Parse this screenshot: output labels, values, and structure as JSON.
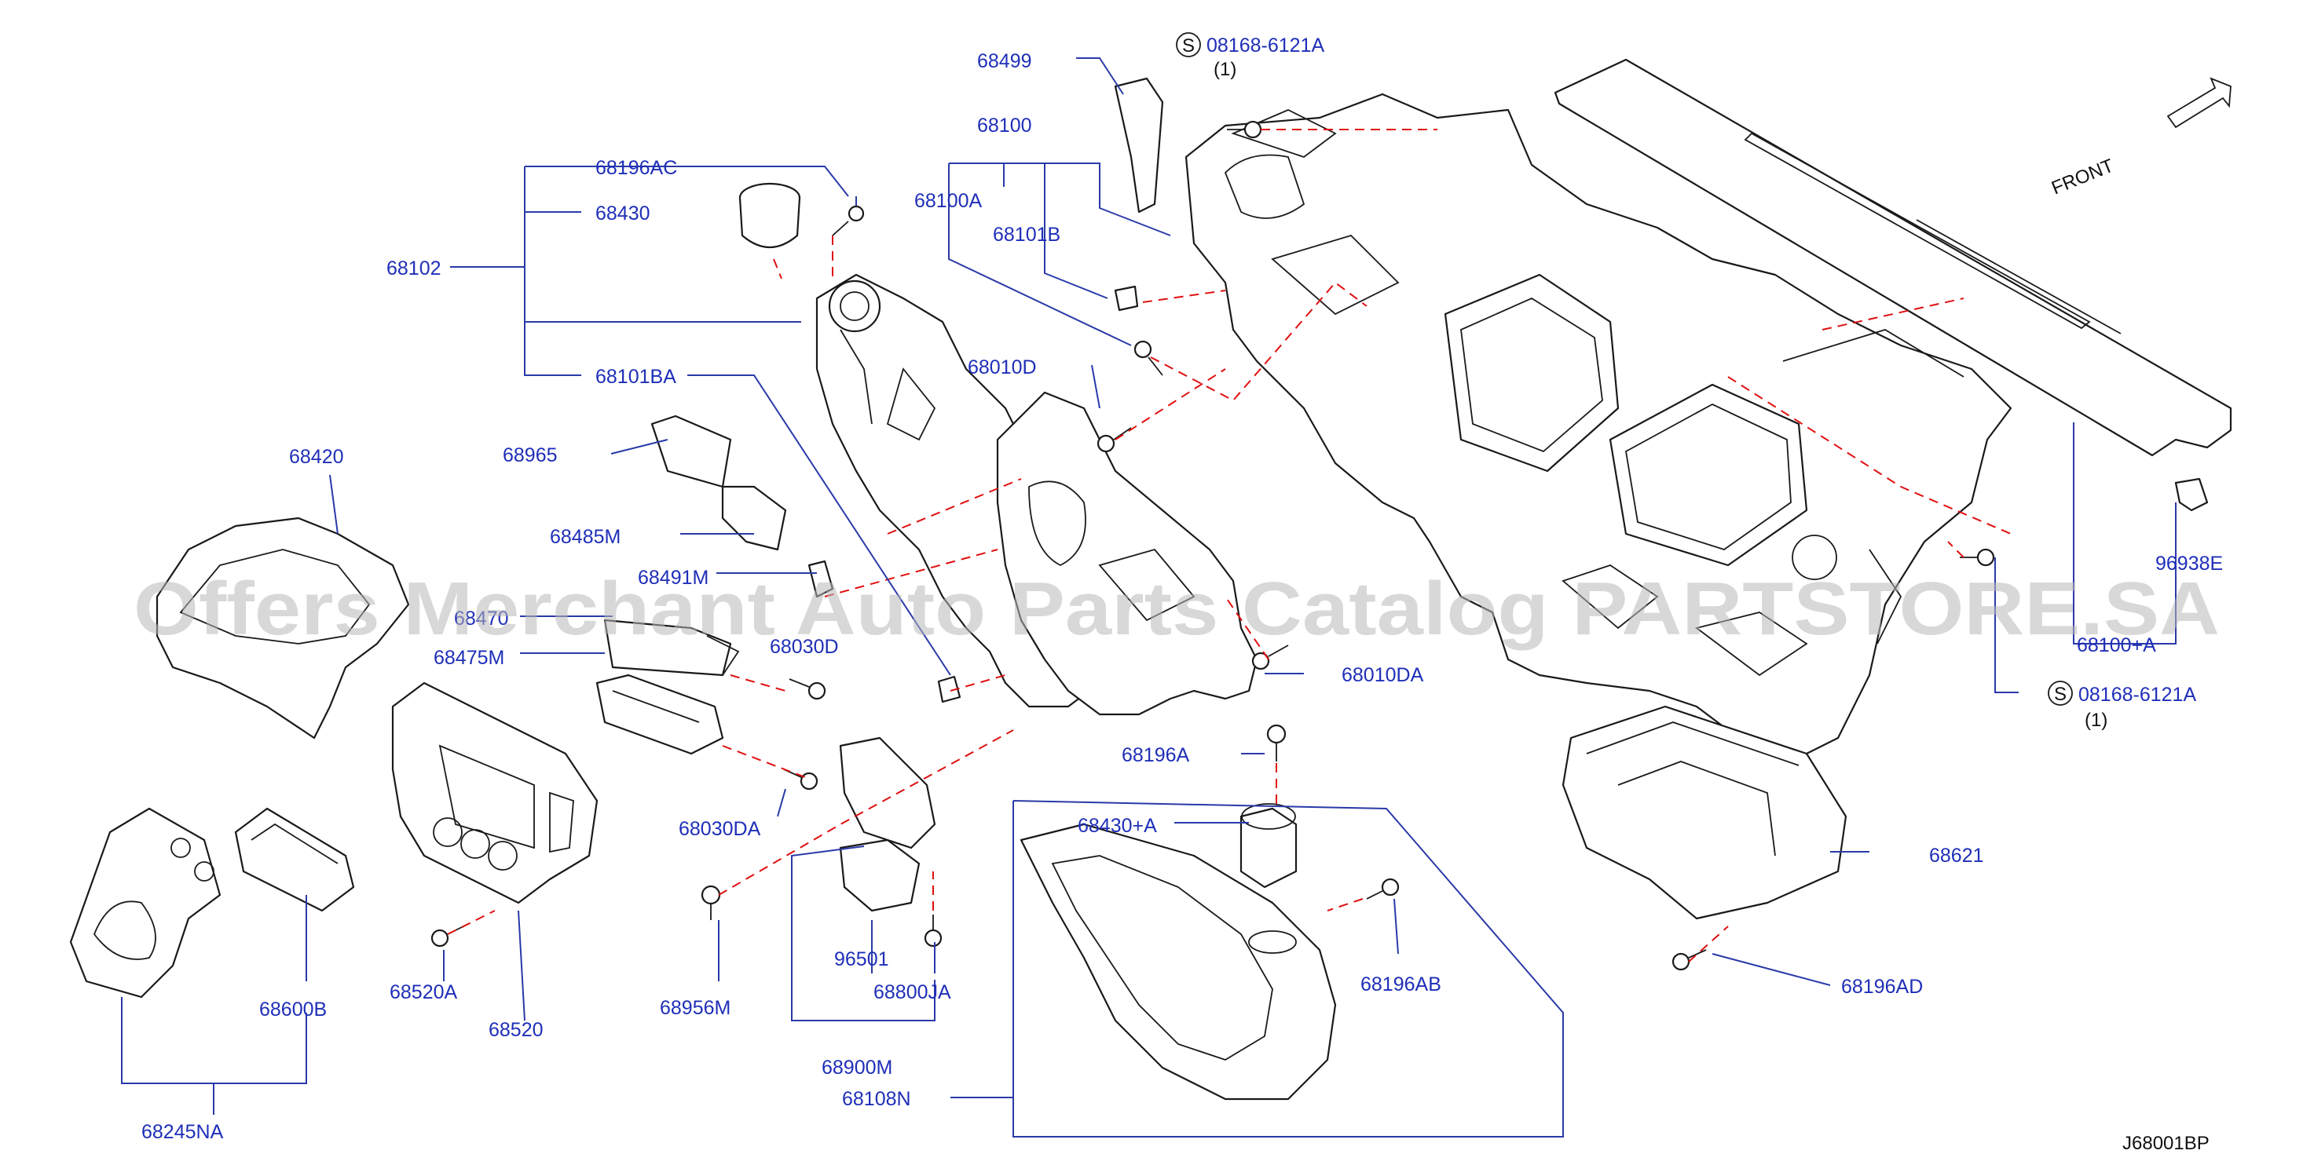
{
  "labels": {
    "l68499": "68499",
    "l08168a": "08168-6121A",
    "l08168a_qty": "(1)",
    "l68100": "68100",
    "l68196AC": "68196AC",
    "l68430": "68430",
    "l68100A": "68100A",
    "l68101B": "68101B",
    "l68102": "68102",
    "l68101BA": "68101BA",
    "l68010D": "68010D",
    "l68420": "68420",
    "l68965": "68965",
    "l68485M": "68485M",
    "l68491M": "68491M",
    "l68470": "68470",
    "l68475M": "68475M",
    "l68030D": "68030D",
    "l68010DA": "68010DA",
    "l68196A": "68196A",
    "l68030DA": "68030DA",
    "l68430A": "68430+A",
    "l68621": "68621",
    "l96938E": "96938E",
    "l68100pA": "68100+A",
    "l08168b": "08168-6121A",
    "l08168b_qty": "(1)",
    "l96501": "96501",
    "l68800JA": "68800JA",
    "l68956M": "68956M",
    "l68520A": "68520A",
    "l68520": "68520",
    "l68600B": "68600B",
    "l68900M": "68900M",
    "l68108N": "68108N",
    "l68196AB": "68196AB",
    "l68196AD": "68196AD",
    "l68245NA": "68245NA",
    "front": "FRONT",
    "s_mark": "S",
    "diagram_code": "J68001BP"
  },
  "watermark": "Offers Merchant Auto Parts Catalog PARTSTORE.SA",
  "colors": {
    "label": "#1f2fb8",
    "leader": "#2a3aa8",
    "hidden_line": "#e01010",
    "outline": "#1a1a1a",
    "watermark": "#b8b8b8"
  }
}
